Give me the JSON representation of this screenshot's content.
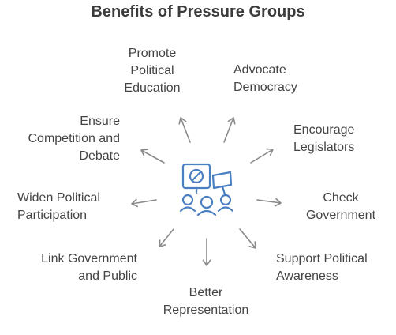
{
  "title": "Benefits of Pressure Groups",
  "colors": {
    "icon": "#4a7fc1",
    "arrow": "#8a8a8a",
    "text": "#444444",
    "title": "#3b3b3b"
  },
  "benefits": [
    {
      "id": "promote-political-education",
      "lines": [
        "Promote",
        "Political",
        "Education"
      ]
    },
    {
      "id": "advocate-democracy",
      "lines": [
        "Advocate",
        "Democracy"
      ]
    },
    {
      "id": "encourage-legislators",
      "lines": [
        "Encourage",
        "Legislators"
      ]
    },
    {
      "id": "check-government",
      "lines": [
        "Check",
        "Government"
      ]
    },
    {
      "id": "support-political-awareness",
      "lines": [
        "Support Political",
        "Awareness"
      ]
    },
    {
      "id": "better-representation",
      "lines": [
        "Better",
        "Representation"
      ]
    },
    {
      "id": "link-government-and-public",
      "lines": [
        "Link Government",
        "and Public"
      ]
    },
    {
      "id": "widen-political-participation",
      "lines": [
        "Widen Political",
        "Participation"
      ]
    },
    {
      "id": "ensure-competition-and-debate",
      "lines": [
        "Ensure",
        "Competition and",
        "Debate"
      ]
    }
  ],
  "center_icon": "protest-group-icon"
}
